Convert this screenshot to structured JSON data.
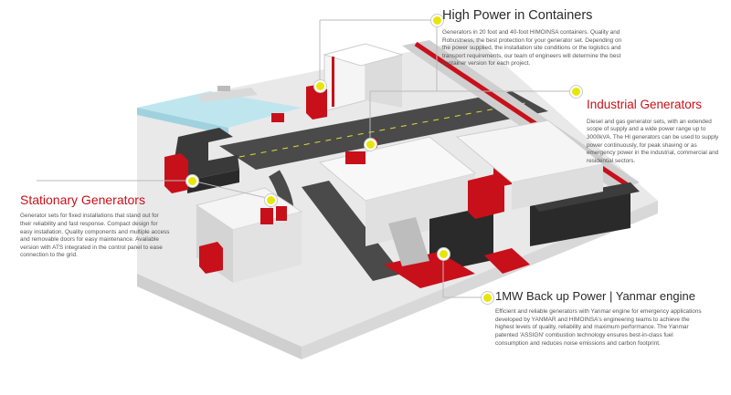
{
  "callouts": {
    "containers": {
      "title": "High Power in Containers",
      "body": "Generators in 20 foot and 40-foot HIMOINSA containers. Quality and Robustness, the best protection for your generator set. Depending on the power supplied, the installation site conditions or the logistics and transport requirements, our team of engineers will determine the best container version for each project."
    },
    "industrial": {
      "title": "Industrial Generators",
      "body": "Diesel and gas generator sets, with an extended scope of supply and a wide power range up to 3000kVA. The HI generators can be used to supply power continuously, for peak shaving or as emergency power in the industrial, commercial and residential sectors."
    },
    "stationary": {
      "title": "Stationary Generators",
      "body": "Generator sets for fixed installations that stand out for their reliability and fast response. Compact design for easy installation. Quality components and multiple access and removable doors for easy maintenance. Available version with ATS integrated in the control panel to ease connection to the grid."
    },
    "backup": {
      "title": "1MW Back up Power | Yanmar engine",
      "body": "Efficient and reliable generators with Yanmar engine for emergency applications developed by YANMAR and HIMOINSA's engineering teams to achieve the highest levels of quality, reliability and maximum performance. The Yanmar patented 'ASSIGN' combustion technology ensures best-in-class fuel consumption and reduces noise emissions and carbon footprint."
    }
  },
  "colors": {
    "accent_red": "#c8101a",
    "marker_yellow": "#e6e60a",
    "road": "#4a4a4a",
    "building": "#f2f2f2",
    "water": "#bfe6ef"
  }
}
